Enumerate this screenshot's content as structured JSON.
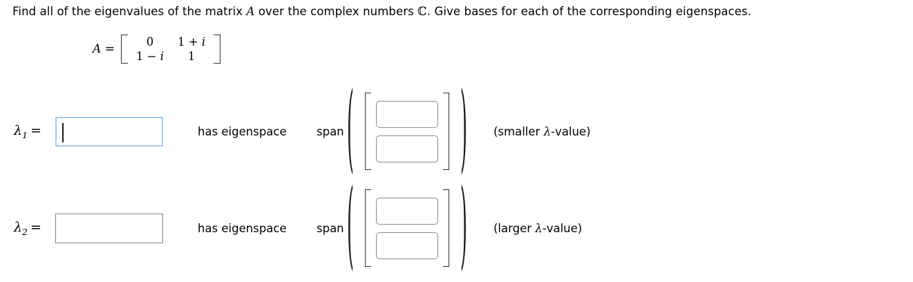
{
  "prompt": {
    "part1": "Find all of the eigenvalues of the matrix ",
    "matrix_var": "A",
    "part2": " over the complex numbers ",
    "complex_symbol": "ℂ",
    "part3": ". Give bases for each of the corresponding eigenspaces."
  },
  "matrix_definition": {
    "lead_name": "A",
    "lead_equals": "=",
    "rows": [
      [
        "0",
        "1 + i"
      ],
      [
        "1 − i",
        "1"
      ]
    ]
  },
  "eigen_rows": [
    {
      "lambda_symbol": "λ",
      "lambda_subscript": "1",
      "equals": "=",
      "lambda_value": "",
      "focused": true,
      "has_eigenspace_label": "has eigenspace",
      "span_label": "span",
      "open_paren": "(",
      "close_paren": ")",
      "vector_values": [
        "",
        ""
      ],
      "note_prefix": "(smaller ",
      "note_lambda": "λ",
      "note_suffix": "-value)"
    },
    {
      "lambda_symbol": "λ",
      "lambda_subscript": "2",
      "equals": "=",
      "lambda_value": "",
      "focused": false,
      "has_eigenspace_label": "has eigenspace",
      "span_label": "span",
      "open_paren": "(",
      "close_paren": ")",
      "vector_values": [
        "",
        ""
      ],
      "note_prefix": "(larger ",
      "note_lambda": "λ",
      "note_suffix": "-value)"
    }
  ],
  "colors": {
    "focus_border": "#a9c9e8",
    "idle_border": "#7f7f7f",
    "text": "#000000"
  }
}
